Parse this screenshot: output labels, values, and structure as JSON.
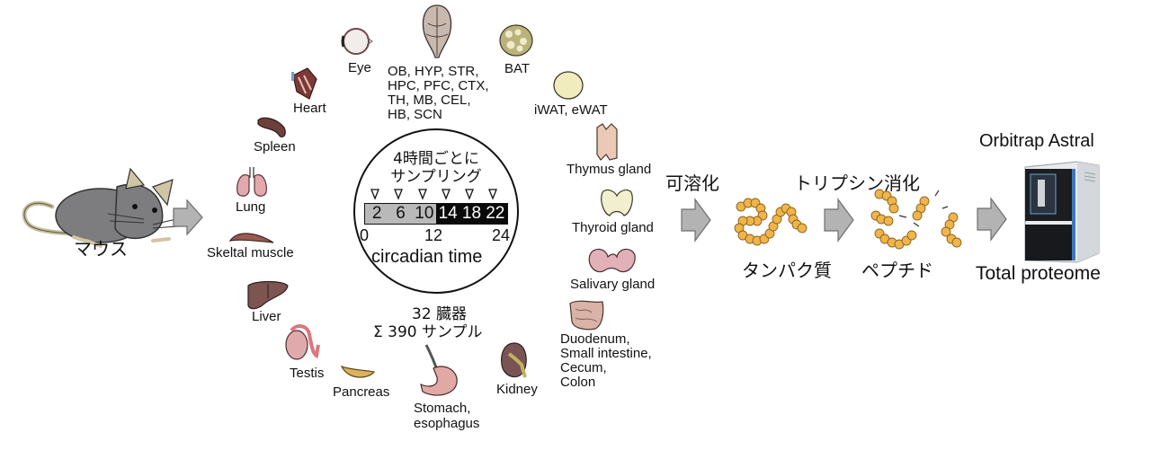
{
  "diagram": {
    "mouse": {
      "label": "マウス"
    },
    "organs_left": [
      {
        "id": "heart",
        "label": "Heart"
      },
      {
        "id": "spleen",
        "label": "Spleen"
      },
      {
        "id": "lung",
        "label": "Lung"
      },
      {
        "id": "skeletal-muscle",
        "label": "Skeltal muscle"
      },
      {
        "id": "liver",
        "label": "Liver"
      },
      {
        "id": "testis",
        "label": "Testis"
      },
      {
        "id": "pancreas",
        "label": "Pancreas"
      },
      {
        "id": "stomach",
        "label": "Stomach,\nesophagus"
      }
    ],
    "organs_top": [
      {
        "id": "eye",
        "label": "Eye"
      },
      {
        "id": "brain",
        "label": "OB, HYP, STR,\nHPC, PFC, CTX,\nTH, MB, CEL,\nHB, SCN"
      },
      {
        "id": "bat",
        "label": "BAT"
      },
      {
        "id": "wat",
        "label": "iWAT, eWAT"
      }
    ],
    "organs_right": [
      {
        "id": "thymus",
        "label": "Thymus gland"
      },
      {
        "id": "thyroid",
        "label": "Thyroid gland"
      },
      {
        "id": "salivary",
        "label": "Salivary gland"
      },
      {
        "id": "intestine",
        "label": "Duodenum,\nSmall intestine,\nCecum,\nColon"
      },
      {
        "id": "kidney",
        "label": "Kidney"
      }
    ],
    "clock": {
      "title_line1": "4時間ごとに",
      "title_line2": "サンプリング",
      "sample_times": [
        "2",
        "6",
        "10",
        "14",
        "18",
        "22"
      ],
      "axis_ticks": [
        "0",
        "12",
        "24"
      ],
      "axis_label": "circadian time"
    },
    "summary": {
      "organs": "32 臓器",
      "samples": "Σ 390 サンプル"
    },
    "workflow": {
      "step1_label": "可溶化",
      "protein_label": "タンパク質",
      "step2_label": "トリプシン消化",
      "peptide_label": "ペプチド",
      "instrument_label": "Orbitrap Astral",
      "output_label": "Total proteome"
    },
    "colors": {
      "arrow_fill": "#b3b3b3",
      "arrow_stroke": "#6e6e6e",
      "protein_bead": "#f0b44a",
      "light_segment": "#b9b9b9",
      "dark_segment": "#0a0a0a"
    }
  }
}
